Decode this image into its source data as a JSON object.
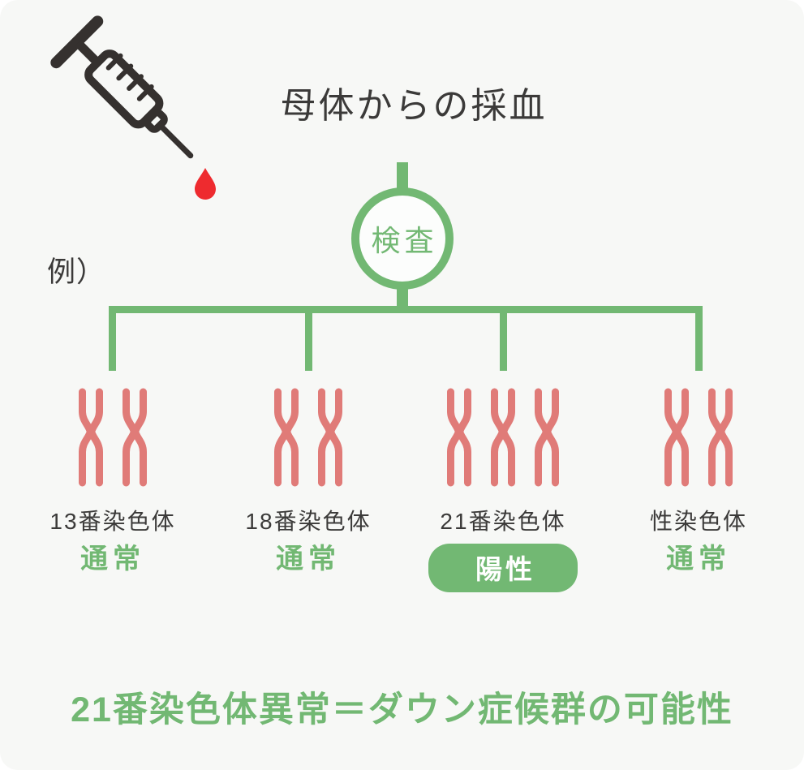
{
  "palette": {
    "green": "#72b873",
    "pink": "#e07b78",
    "ink": "#35312f",
    "dark_text": "#3b3a39",
    "red": "#ee2b2f",
    "bg": "#f7f8f6",
    "pill_text": "#ffffff"
  },
  "header": {
    "title": "母体からの採血",
    "example_label": "例）"
  },
  "icons": {
    "syringe": "syringe-icon",
    "blood_drop": "blood-drop-icon",
    "chromosome": "chromosome-icon"
  },
  "test_node": {
    "label": "検査"
  },
  "diagram": {
    "type": "tree",
    "root_label": "検査",
    "branch_count": 4
  },
  "columns": [
    {
      "name": "13番染色体",
      "status": "通常",
      "status_type": "normal",
      "chromosomes": 2
    },
    {
      "name": "18番染色体",
      "status": "通常",
      "status_type": "normal",
      "chromosomes": 2
    },
    {
      "name": "21番染色体",
      "status": "陽性",
      "status_type": "positive",
      "chromosomes": 3
    },
    {
      "name": "性染色体",
      "status": "通常",
      "status_type": "normal",
      "chromosomes": 2
    }
  ],
  "footer": {
    "conclusion": "21番染色体異常＝ダウン症候群の可能性"
  }
}
